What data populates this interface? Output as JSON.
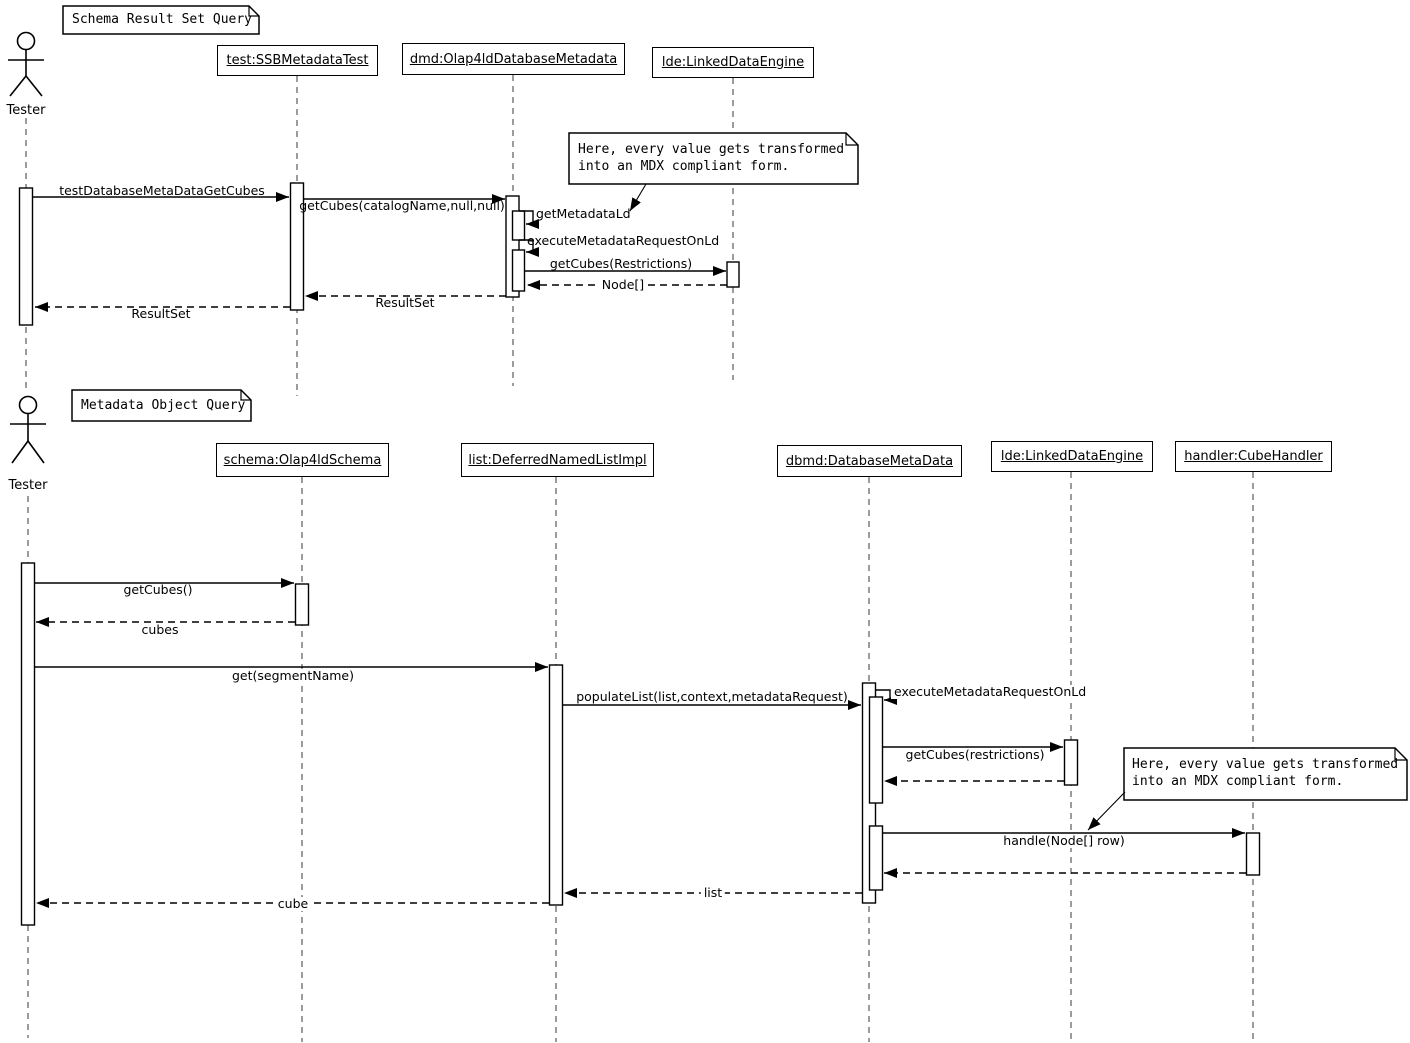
{
  "diagram1": {
    "title": "Schema Result Set Query",
    "actor": "Tester",
    "lifelines": [
      "test:SSBMetadataTest",
      "dmd:Olap4ldDatabaseMetadata",
      "lde:LinkedDataEngine"
    ],
    "note": {
      "line1": "Here, every value gets transformed",
      "line2": "into an MDX compliant form."
    },
    "messages": {
      "test_db_get_cubes": "testDatabaseMetaDataGetCubes",
      "get_cubes_catalog": "getCubes(catalogName,null,null)",
      "get_metadata_ld": "getMetadataLd",
      "execute_metadata_request": "executeMetadataRequestOnLd",
      "get_cubes_restrictions": "getCubes(Restrictions)",
      "node_array": "Node[]",
      "resultset_to_test": "ResultSet",
      "resultset_to_tester": "ResultSet"
    }
  },
  "diagram2": {
    "title": "Metadata Object Query",
    "actor": "Tester",
    "lifelines": [
      "schema:Olap4ldSchema",
      "list:DeferredNamedListImpl",
      "dbmd:DatabaseMetaData",
      "lde:LinkedDataEngine",
      "handler:CubeHandler"
    ],
    "note": {
      "line1": "Here, every value gets transformed",
      "line2": "into an MDX compliant form."
    },
    "messages": {
      "get_cubes": "getCubes()",
      "cubes": "cubes",
      "get_segment_name": "get(segmentName)",
      "populate_list": "populateList(list,context,metadataRequest)",
      "execute_metadata_request": "executeMetadataRequestOnLd",
      "get_cubes_restrictions": "getCubes(restrictions)",
      "handle_node_row": "handle(Node[] row)",
      "list_return": "list",
      "cube_return": "cube"
    }
  }
}
